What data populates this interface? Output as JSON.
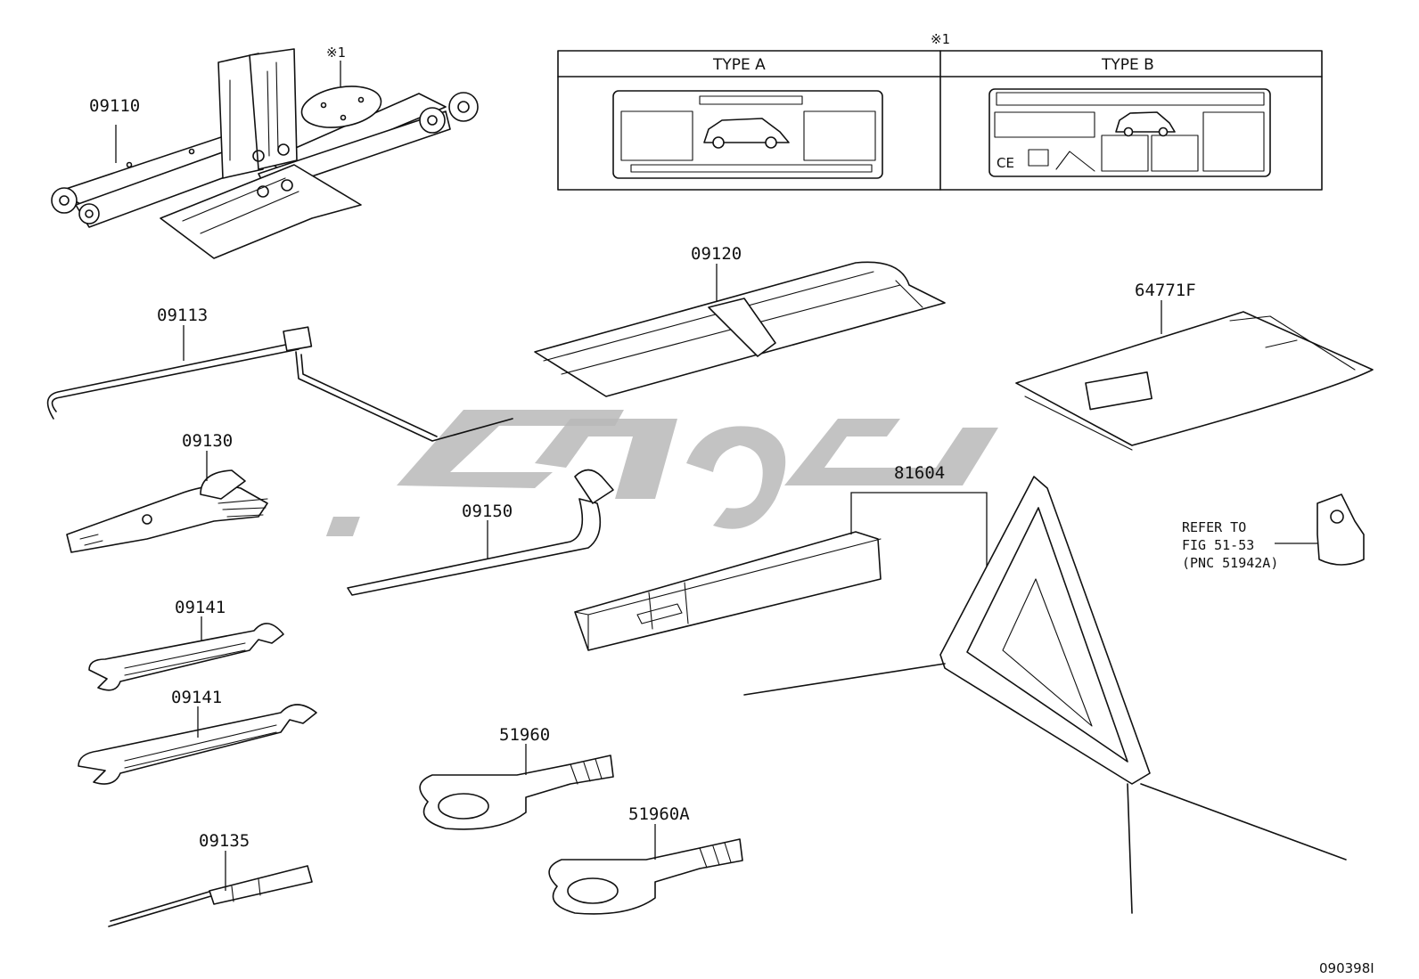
{
  "parts": {
    "p09110": "09110",
    "p09113": "09113",
    "p09130": "09130",
    "p09141a": "09141",
    "p09141b": "09141",
    "p09135": "09135",
    "p09120": "09120",
    "p09150": "09150",
    "p51960": "51960",
    "p51960A": "51960A",
    "p81604": "81604",
    "p64771F": "64771F"
  },
  "note_mark": {
    "jack_mark": "※1",
    "table_mark": "※1"
  },
  "label_table": {
    "type_a": "TYPE A",
    "type_b": "TYPE B"
  },
  "refer": {
    "line1": "REFER TO",
    "line2": "FIG 51-53",
    "line3": "(PNC 51942A)"
  },
  "ce_mark": "CE",
  "drawing_code": "090398I"
}
